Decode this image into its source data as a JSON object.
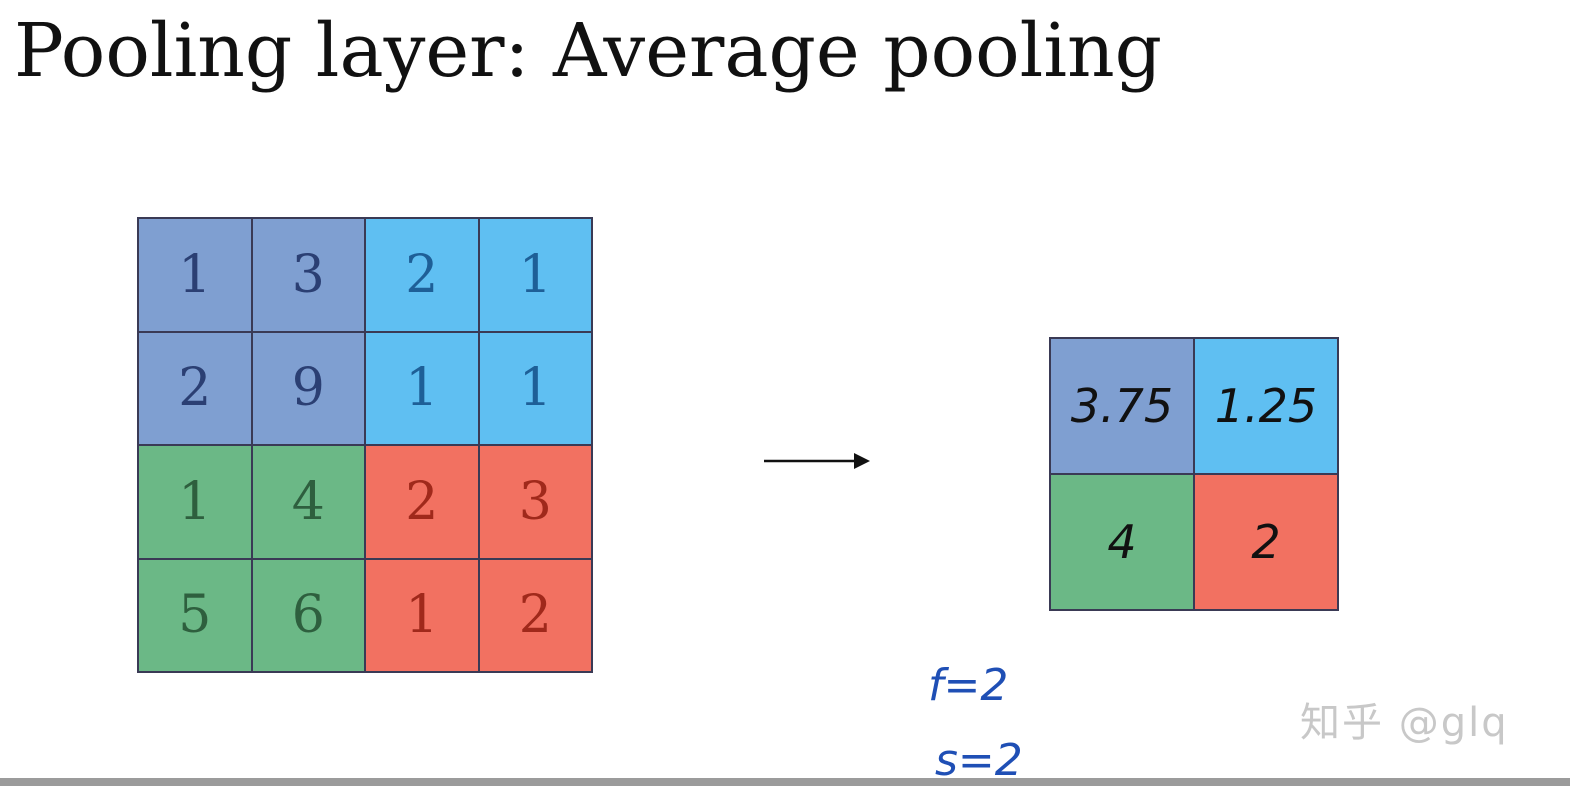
{
  "title": "Pooling layer: Average pooling",
  "colors": {
    "blue_gray": "#7f9fd1",
    "sky_blue": "#5fbff2",
    "green": "#6bb886",
    "red": "#f27161",
    "grid_border": "#3a3a55",
    "text_blue_gray": "#2b3f73",
    "text_sky_blue": "#1e5f97",
    "text_green": "#2e5f3e",
    "text_red": "#a0291b",
    "handwriting": "#1f4fb5"
  },
  "input_matrix": [
    [
      {
        "v": "1",
        "c": "blue_gray"
      },
      {
        "v": "3",
        "c": "blue_gray"
      },
      {
        "v": "2",
        "c": "sky_blue"
      },
      {
        "v": "1",
        "c": "sky_blue"
      }
    ],
    [
      {
        "v": "2",
        "c": "blue_gray"
      },
      {
        "v": "9",
        "c": "blue_gray"
      },
      {
        "v": "1",
        "c": "sky_blue"
      },
      {
        "v": "1",
        "c": "sky_blue"
      }
    ],
    [
      {
        "v": "1",
        "c": "green"
      },
      {
        "v": "4",
        "c": "green"
      },
      {
        "v": "2",
        "c": "red"
      },
      {
        "v": "3",
        "c": "red"
      }
    ],
    [
      {
        "v": "5",
        "c": "green"
      },
      {
        "v": "6",
        "c": "green"
      },
      {
        "v": "1",
        "c": "red"
      },
      {
        "v": "2",
        "c": "red"
      }
    ]
  ],
  "output_matrix": [
    [
      {
        "v": "3.75",
        "c": "blue_gray"
      },
      {
        "v": "1.25",
        "c": "sky_blue"
      }
    ],
    [
      {
        "v": "4",
        "c": "green"
      },
      {
        "v": "2",
        "c": "red"
      }
    ]
  ],
  "annotations": {
    "filter": "f=2",
    "stride": "s=2"
  },
  "watermark": "知乎 @glq"
}
